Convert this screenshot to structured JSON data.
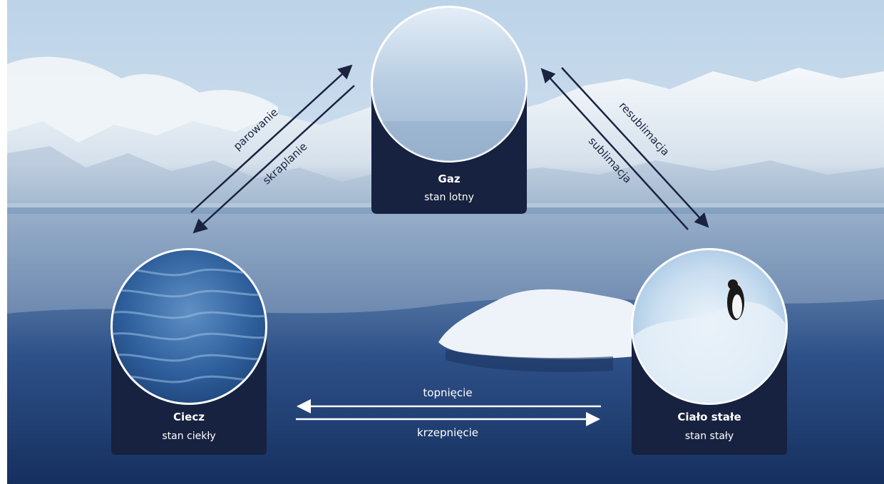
{
  "states": {
    "gas": {
      "name": "Gaz",
      "subtitle": "stan lotny"
    },
    "liquid": {
      "name": "Ciecz",
      "subtitle": "stan ciekły"
    },
    "solid": {
      "name": "Ciało stałe",
      "subtitle": "stan stały"
    }
  },
  "transitions": {
    "evaporation": "parowanie",
    "condensation": "skraplanie",
    "deposition": "resublimacja",
    "sublimation": "sublimacja",
    "melting": "topnięcie",
    "freezing": "krzepnięcie"
  },
  "colors": {
    "sky_top": "#c6d9ea",
    "sky_bottom": "#e6eef5",
    "water": "#2a4d86",
    "water_deep": "#172f63",
    "card_bg": "#16223f",
    "arrow_dark": "#1b2340",
    "arrow_light": "#ffffff"
  }
}
